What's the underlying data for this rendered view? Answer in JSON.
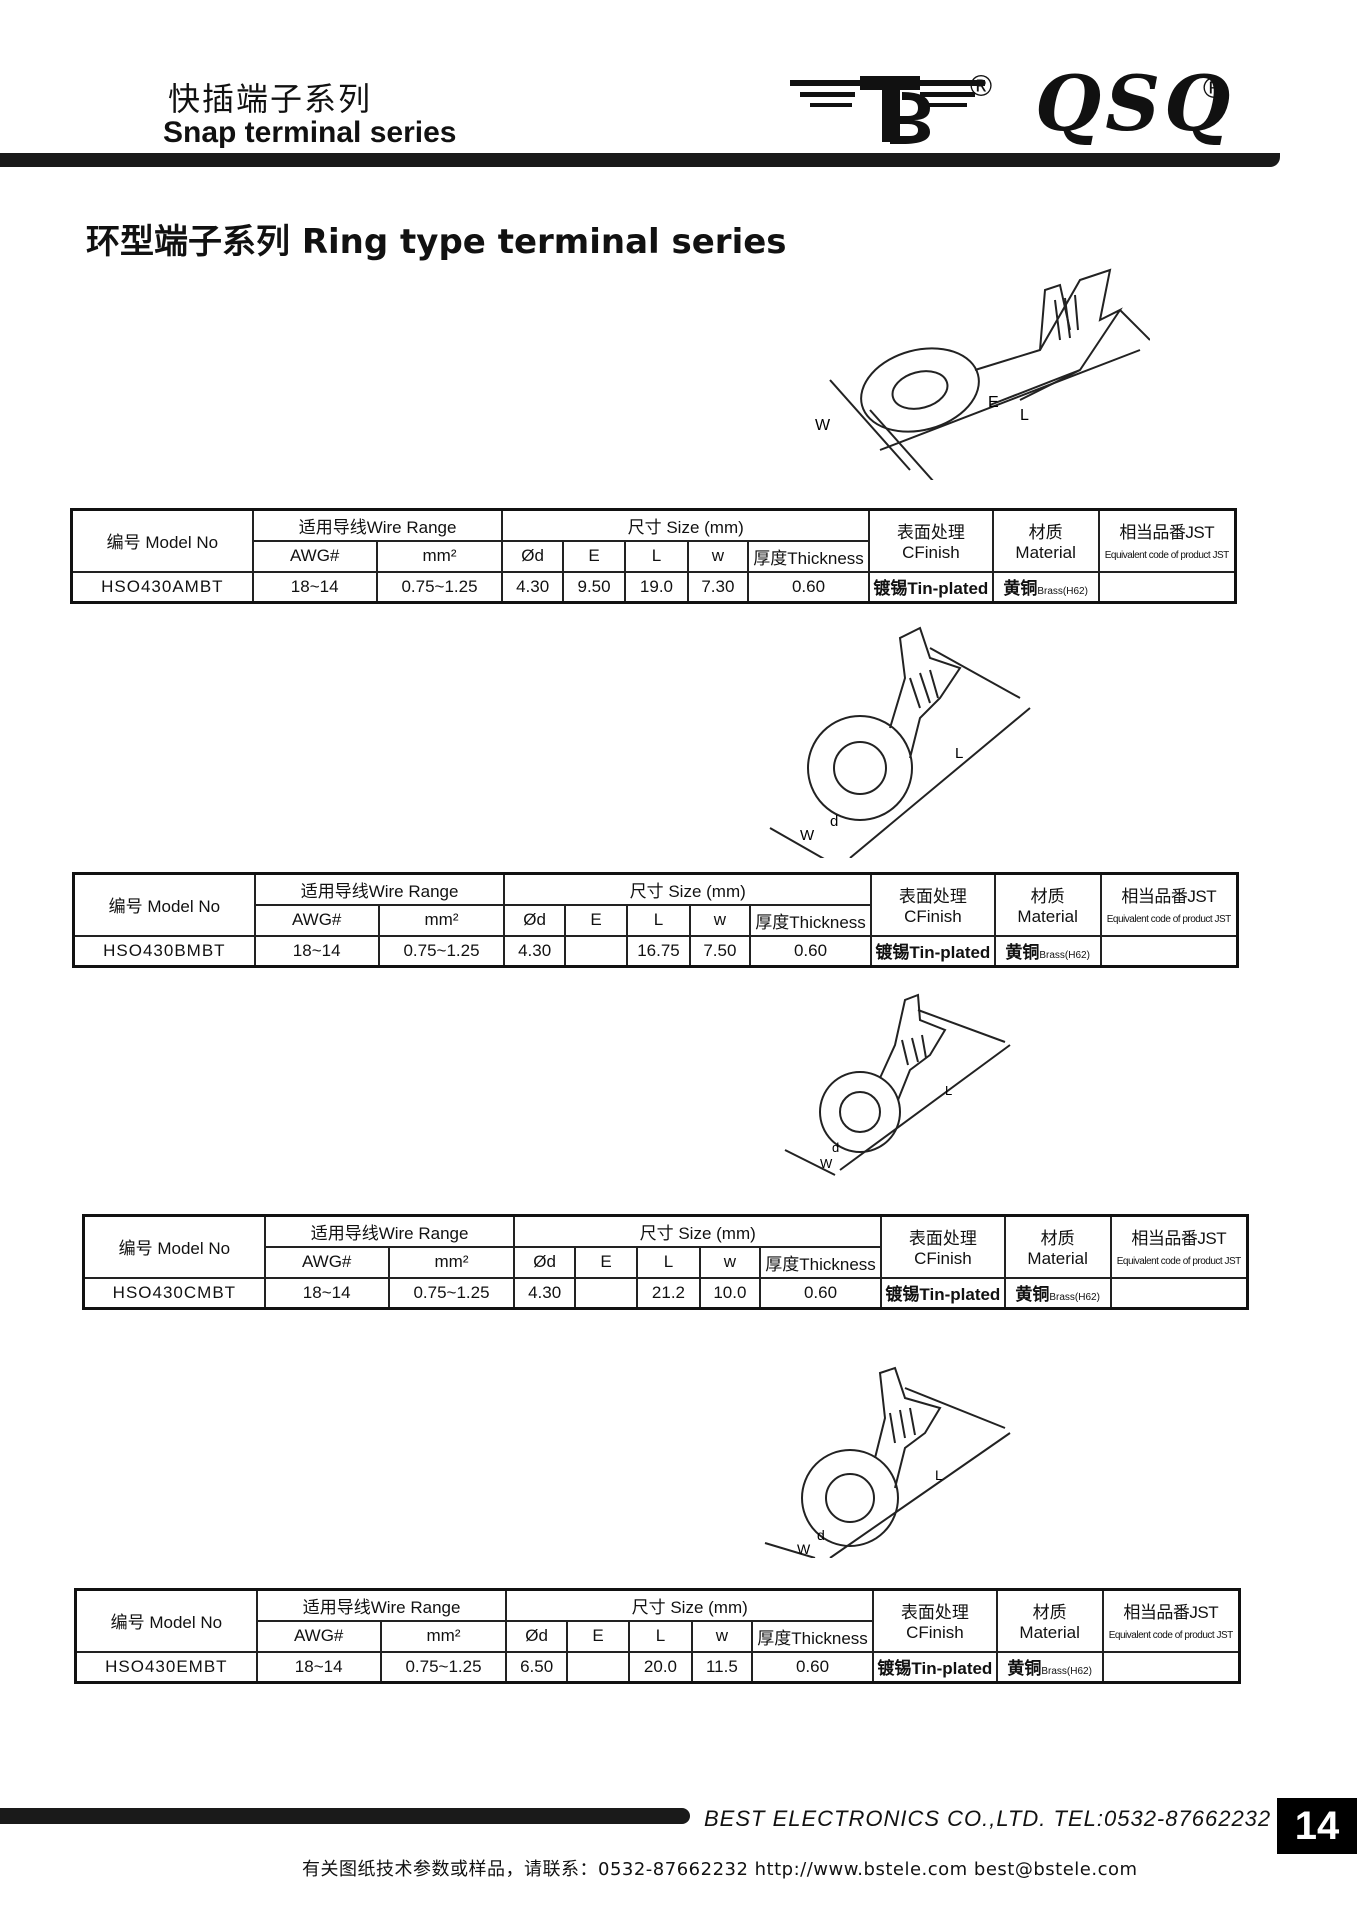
{
  "header": {
    "title_cn": "快插端子系列",
    "title_en": "Snap terminal series",
    "brand": "QSQ",
    "reg_mark": "®"
  },
  "section_title": "环型端子系列 Ring type terminal series",
  "table_labels": {
    "model": "编号 Model No",
    "wire_range": "适用导线Wire Range",
    "size": "尺寸 Size (mm)",
    "finish_cn": "表面处理",
    "finish_en": "CFinish",
    "material_cn": "材质",
    "material_en": "Material",
    "jst_cn": "相当品番JST",
    "jst_en": "Equivalent code of product JST",
    "awg": "AWG#",
    "mm2": "mm²",
    "od": "Ød",
    "e": "E",
    "l": "L",
    "w": "w",
    "thickness": "厚度Thickness"
  },
  "products": [
    {
      "model": "HSO430AMBT",
      "awg": "18~14",
      "mm2": "0.75~1.25",
      "od": "4.30",
      "e": "9.50",
      "l": "19.0",
      "w": "7.30",
      "thickness": "0.60",
      "finish": "镀锡Tin-plated",
      "material_cn": "黄铜",
      "material_en": "Brass(H62)",
      "jst": ""
    },
    {
      "model": "HSO430BMBT",
      "awg": "18~14",
      "mm2": "0.75~1.25",
      "od": "4.30",
      "e": "",
      "l": "16.75",
      "w": "7.50",
      "thickness": "0.60",
      "finish": "镀锡Tin-plated",
      "material_cn": "黄铜",
      "material_en": "Brass(H62)",
      "jst": ""
    },
    {
      "model": "HSO430CMBT",
      "awg": "18~14",
      "mm2": "0.75~1.25",
      "od": "4.30",
      "e": "",
      "l": "21.2",
      "w": "10.0",
      "thickness": "0.60",
      "finish": "镀锡Tin-plated",
      "material_cn": "黄铜",
      "material_en": "Brass(H62)",
      "jst": ""
    },
    {
      "model": "HSO430EMBT",
      "awg": "18~14",
      "mm2": "0.75~1.25",
      "od": "6.50",
      "e": "",
      "l": "20.0",
      "w": "11.5",
      "thickness": "0.60",
      "finish": "镀锡Tin-plated",
      "material_cn": "黄铜",
      "material_en": "Brass(H62)",
      "jst": ""
    }
  ],
  "drawing_labels": {
    "w": "W",
    "e": "E",
    "l": "L",
    "d": "d"
  },
  "footer": {
    "company": "BEST ELECTRONICS CO.,LTD. TEL:0532-87662232",
    "page": "14",
    "contact": "有关图纸技术参数或样品，请联系：0532-87662232 http://www.bstele.com best@bstele.com"
  }
}
